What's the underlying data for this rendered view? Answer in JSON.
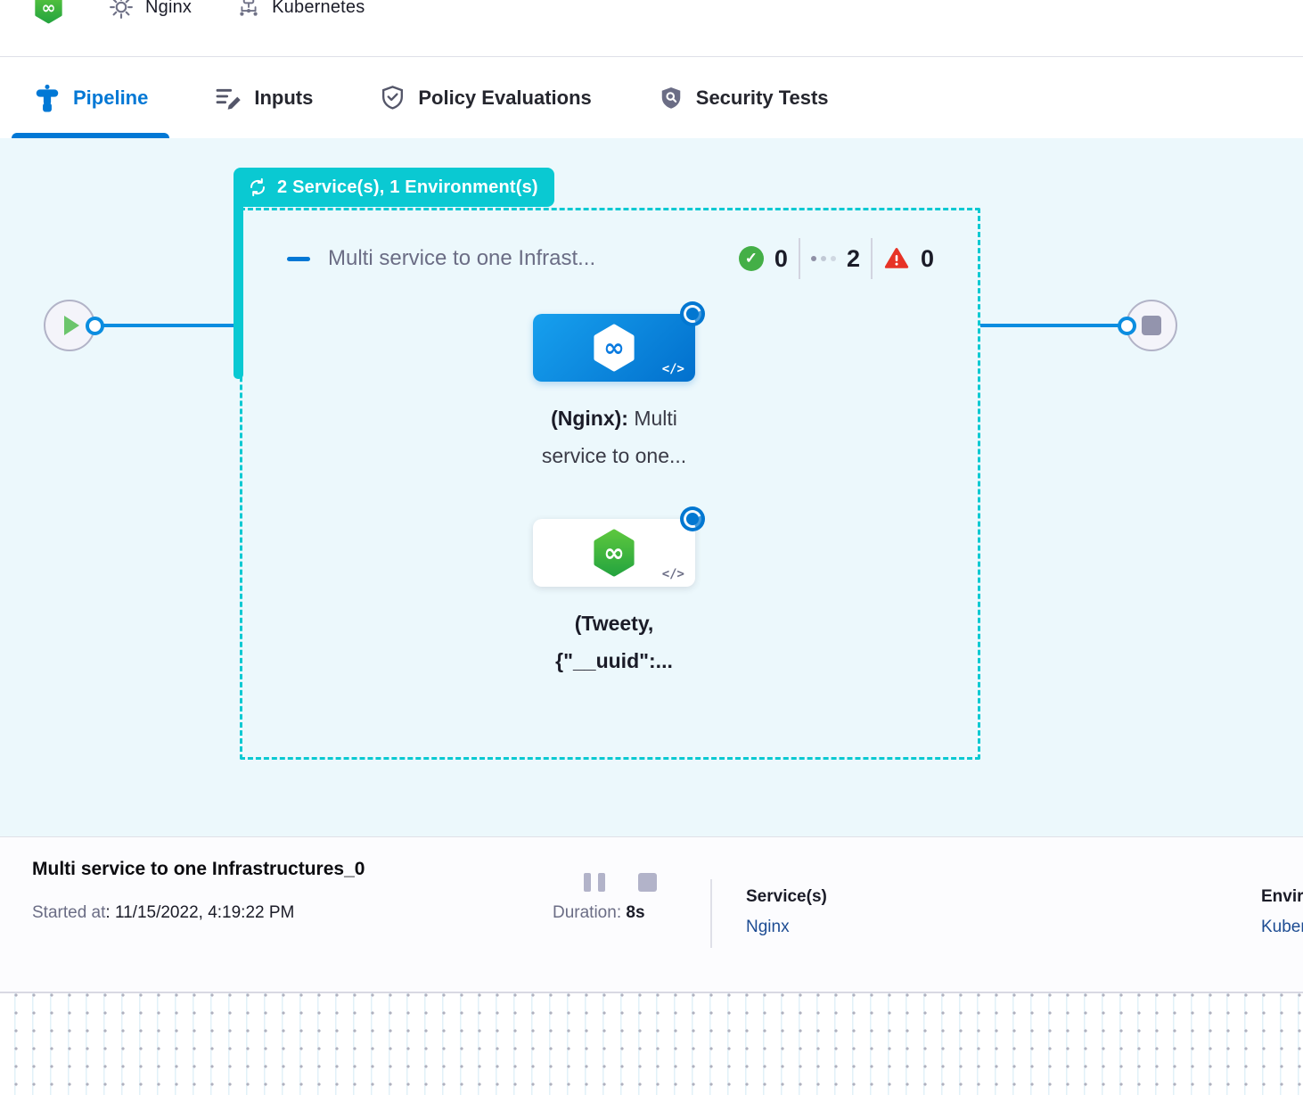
{
  "header": {
    "items": [
      {
        "label": "Nginx"
      },
      {
        "label": "Kubernetes"
      }
    ]
  },
  "tabs": [
    {
      "label": "Pipeline"
    },
    {
      "label": "Inputs"
    },
    {
      "label": "Policy Evaluations"
    },
    {
      "label": "Security Tests"
    }
  ],
  "canvas": {
    "group_badge": "2 Service(s), 1 Environment(s)",
    "stage": {
      "title": "Multi service to one Infrast...",
      "success_count": "0",
      "running_count": "2",
      "failed_count": "0"
    },
    "nodes": [
      {
        "label_bold": "(Nginx):",
        "label_normal": " Multi",
        "label_line2": "service to one..."
      },
      {
        "label_line1": "(Tweety,",
        "label_line2": "{\"__uuid\":..."
      }
    ]
  },
  "footer": {
    "title": "Multi service to one Infrastructures_0",
    "started_label": "Started at",
    "started_value": ": 11/15/2022, 4:19:22 PM",
    "duration_label": "Duration: ",
    "duration_value": "8s",
    "services_label": "Service(s)",
    "services_value": "Nginx",
    "environments_label": "Environment(s)",
    "environments_value": "Kubernetes"
  },
  "icons": {
    "code": "</>",
    "infinity": "∞",
    "check": "✓"
  },
  "colors": {
    "teal": "#0ac9d2",
    "blue": "#0278d5",
    "line_blue": "#0b8de0",
    "canvas_bg": "#ecf8fc",
    "success_green": "#44af47",
    "error_red": "#e73326",
    "link_navy": "#1d4c93"
  }
}
